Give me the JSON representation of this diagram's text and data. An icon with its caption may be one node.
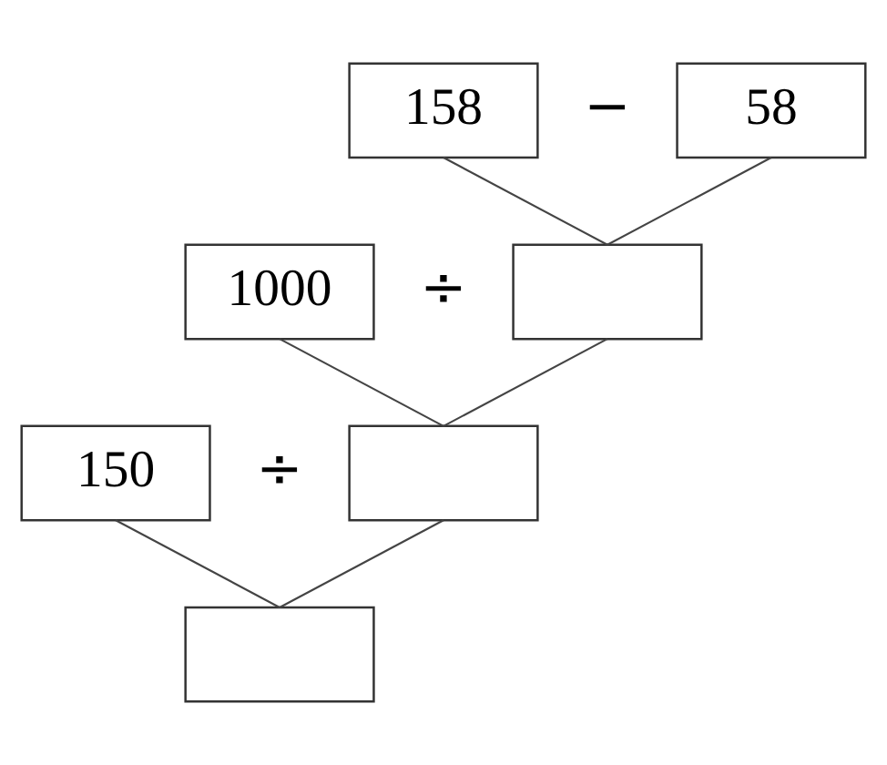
{
  "diagram": {
    "nodes": [
      {
        "text": [
          "158"
        ]
      },
      {
        "text": [
          "58"
        ]
      },
      {
        "text": [
          "1000"
        ]
      },
      {
        "text": [],
        "shape": "box"
      },
      {
        "text": [
          "150"
        ]
      },
      {
        "text": [],
        "shape": "box"
      },
      {
        "text": [],
        "shape": "box"
      }
    ],
    "edges": [
      {
        "from": 0,
        "to": 3,
        "arrow": "none"
      },
      {
        "from": 1,
        "to": 3,
        "arrow": "none"
      },
      {
        "from": 2,
        "to": 5,
        "arrow": "none"
      },
      {
        "from": 3,
        "to": 5,
        "arrow": "none"
      },
      {
        "from": 4,
        "to": 6,
        "arrow": "none"
      },
      {
        "from": 5,
        "to": 6,
        "arrow": "none"
      }
    ],
    "labels": [
      "−",
      "÷",
      "÷"
    ]
  }
}
